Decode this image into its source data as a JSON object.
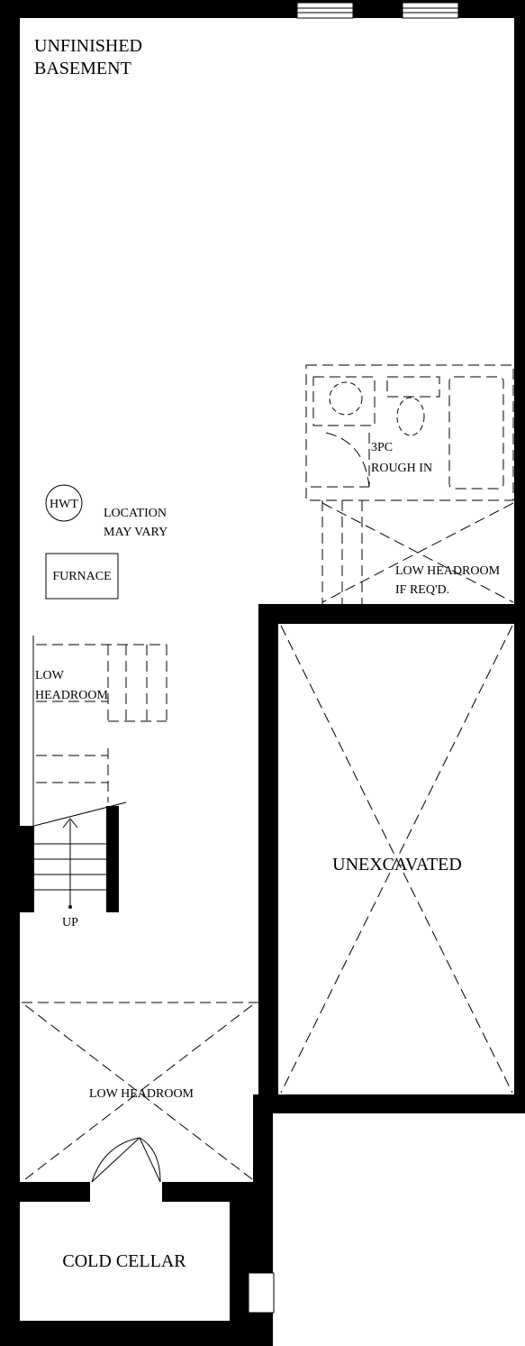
{
  "plan": {
    "wall_color": "#000000",
    "background_color": "#ffffff",
    "labels": {
      "unfinished_line1": "UNFINISHED",
      "unfinished_line2": "BASEMENT",
      "rough_in_line1": "3PC",
      "rough_in_line2": "ROUGH IN",
      "hwt": "HWT",
      "location_line1": "LOCATION",
      "location_line2": "MAY VARY",
      "furnace": "FURNACE",
      "low_headroom_req_line1": "LOW HEADROOM",
      "low_headroom_req_line2": "IF REQ'D.",
      "low_headroom_left_line1": "LOW",
      "low_headroom_left_line2": "HEADROOM",
      "unexcavated": "UNEXCAVATED",
      "up": "UP",
      "low_headroom_bottom": "LOW HEADROOM",
      "cold_cellar": "COLD CELLAR"
    }
  }
}
